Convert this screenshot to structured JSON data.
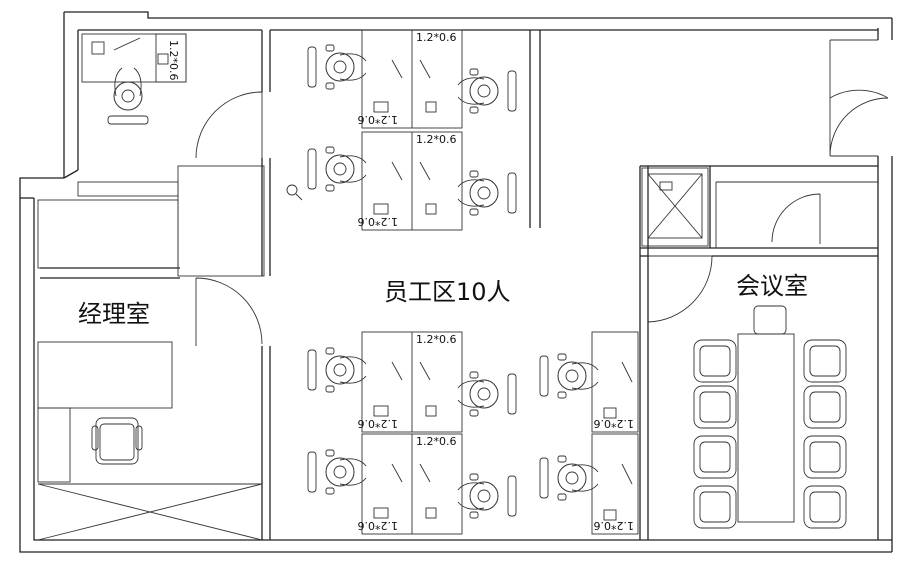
{
  "rooms": {
    "manager": "经理室",
    "staff": "员工区10人",
    "meeting": "会议室"
  },
  "desk_size_label": "1.2*0.6",
  "icons": {
    "magnifier": "search-icon"
  },
  "colors": {
    "line": "#222222",
    "background": "#ffffff"
  }
}
